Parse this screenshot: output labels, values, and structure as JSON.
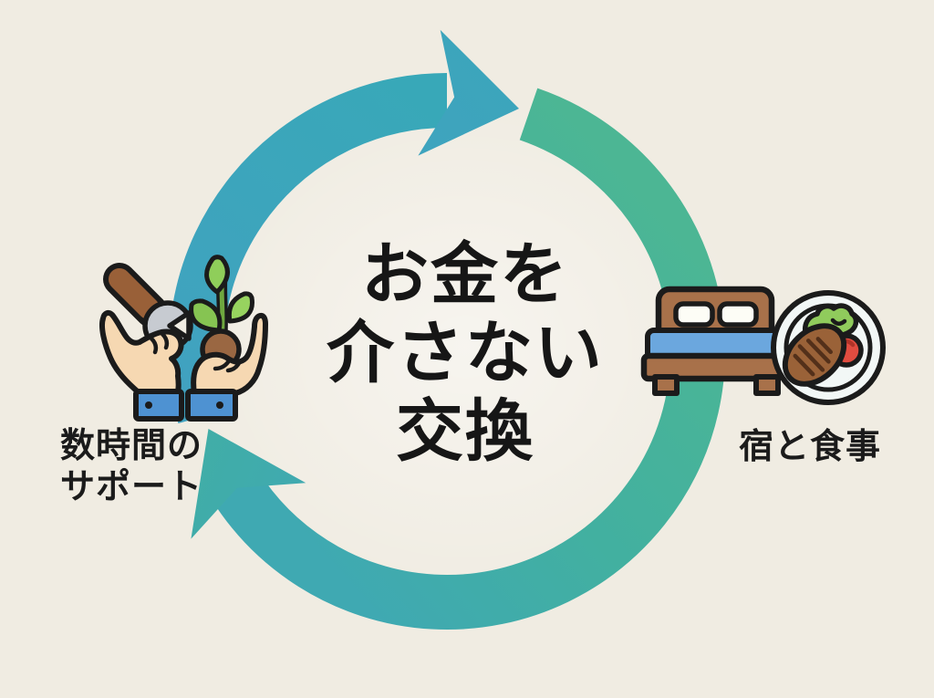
{
  "diagram": {
    "title": {
      "line1": "お金を",
      "line2": "介さない",
      "line3": "交換"
    },
    "left_item": {
      "label_line1": "数時間の",
      "label_line2": "サポート",
      "icon": "hands-offering-wrench-and-sprout"
    },
    "right_item": {
      "label": "宿と食事",
      "icon": "bed-and-meal-plate"
    },
    "cycle": {
      "type": "two-arrow-circular-exchange",
      "direction": "clockwise",
      "arrow_count": 2
    },
    "colors": {
      "background": "#F0ECE2",
      "arc_blue_teal": "#3DA5BD",
      "arc_green": "#4CB694",
      "arc_teal_end": "#3FA9B2",
      "text": "#161616",
      "skin": "#F6D8B2",
      "cuff_blue": "#4E92D2",
      "bed_brown": "#A8714A",
      "blanket_blue": "#6BA7DE",
      "steak_brown": "#9A6238",
      "lettuce_green": "#90CB5C",
      "tomato_red": "#E14C40",
      "leaf_green": "#8FCE5A",
      "wrench_gray": "#C7CBD1",
      "wrench_handle": "#996038"
    }
  }
}
